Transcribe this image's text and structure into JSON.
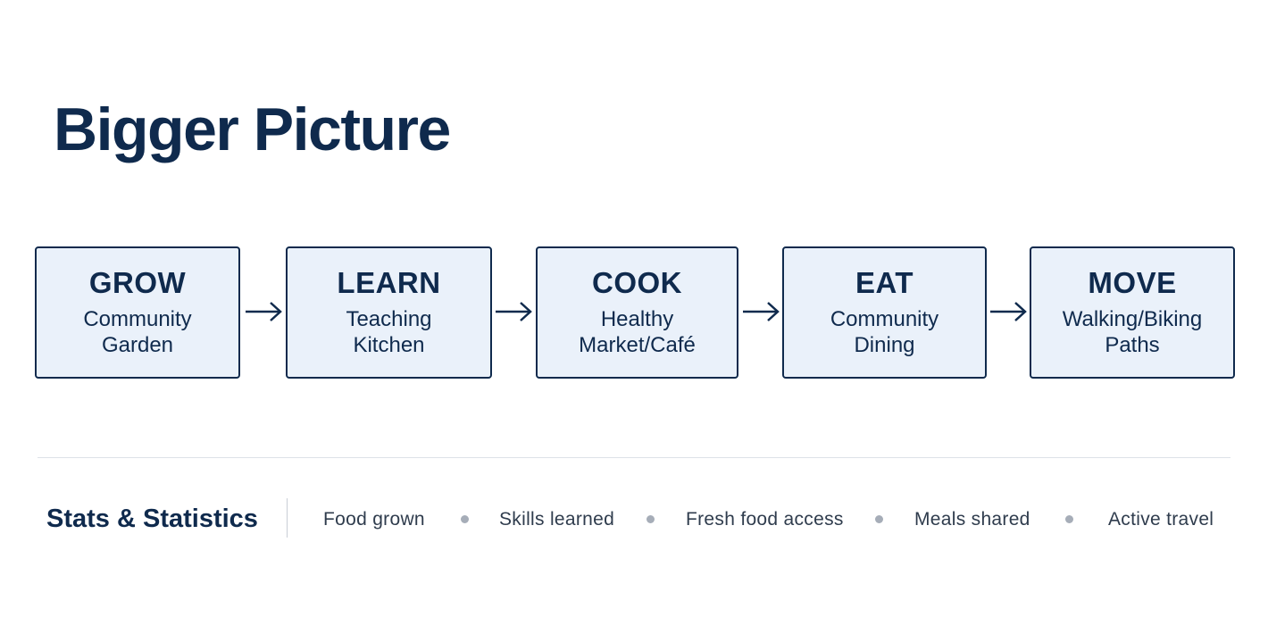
{
  "title": "Bigger Picture",
  "steps": [
    {
      "title": "GROW",
      "lines": [
        "Community",
        "Garden"
      ]
    },
    {
      "title": "LEARN",
      "lines": [
        "Teaching",
        "Kitchen"
      ]
    },
    {
      "title": "COOK",
      "lines": [
        "Healthy",
        "Market/Café"
      ]
    },
    {
      "title": "EAT",
      "lines": [
        "Community",
        "Dining"
      ]
    },
    {
      "title": "MOVE",
      "lines": [
        "Walking/Biking",
        "Paths"
      ]
    }
  ],
  "stats": {
    "label": "Stats & Statistics",
    "items": [
      "Food grown",
      "Skills learned",
      "Fresh food access",
      "Meals shared",
      "Active travel"
    ]
  },
  "colors": {
    "primary": "#0f2a4d",
    "box_fill": "#eaf1fa",
    "dot": "#a6adb8"
  },
  "icons": {
    "connector": "right-arrow-icon",
    "bullet": "dot-icon"
  }
}
